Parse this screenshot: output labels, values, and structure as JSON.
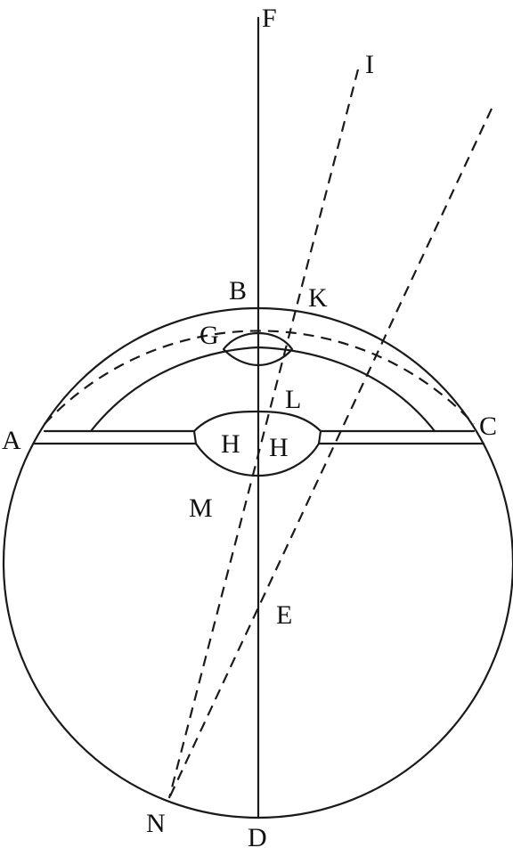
{
  "diagram": {
    "labels": {
      "F": "F",
      "I": "I",
      "B": "B",
      "K": "K",
      "G": "G",
      "L": "L",
      "A": "A",
      "C": "C",
      "H_left": "H",
      "H_right": "H",
      "M": "M",
      "E": "E",
      "N": "N",
      "D": "D"
    },
    "line_color": "#1a1a1a",
    "background": "#ffffff"
  }
}
